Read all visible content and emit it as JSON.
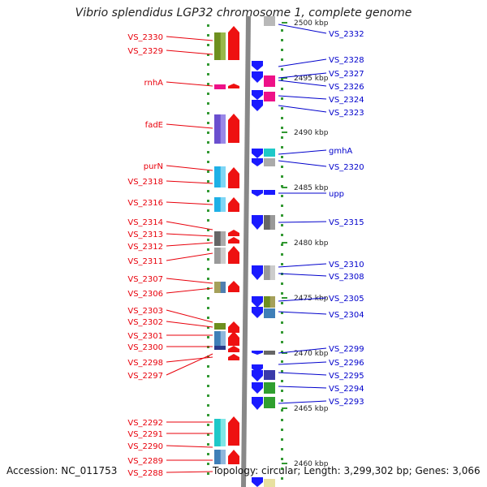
{
  "title": "Vibrio splendidus LGP32 chromosome 1, complete genome",
  "accession": "Accession: NC_011753",
  "topology": "Topology: circular; Length: 3,299,302 bp; Genes: 3,066",
  "colors": {
    "left_label": "#e8000b",
    "right_label": "#0000cc",
    "axis": "#888888",
    "tick": "#339933"
  },
  "scale_labels": [
    "2500 kbp",
    "2495 kbp",
    "2490 kbp",
    "2485 kbp",
    "2480 kbp",
    "2475 kbp",
    "2470 kbp",
    "2465 kbp",
    "2460 kbp"
  ],
  "left_labels": [
    "VS_2330",
    "VS_2329",
    "rnhA",
    "fadE",
    "purN",
    "VS_2318",
    "VS_2316",
    "VS_2314",
    "VS_2313",
    "VS_2312",
    "VS_2311",
    "VS_2307",
    "VS_2306",
    "VS_2303",
    "VS_2302",
    "VS_2301",
    "VS_2300",
    "VS_2298",
    "VS_2297",
    "VS_2292",
    "VS_2291",
    "VS_2290",
    "VS_2289",
    "VS_2288"
  ],
  "right_labels": [
    "VS_2332",
    "VS_2328",
    "VS_2327",
    "VS_2326",
    "VS_2324",
    "VS_2323",
    "gmhA",
    "VS_2320",
    "upp",
    "VS_2315",
    "VS_2310",
    "VS_2308",
    "VS_2305",
    "VS_2304",
    "VS_2299",
    "VS_2296",
    "VS_2295",
    "VS_2294",
    "VS_2293"
  ]
}
